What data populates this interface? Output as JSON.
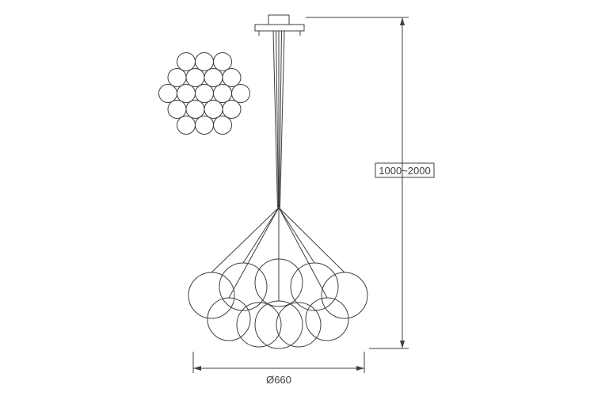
{
  "drawing": {
    "line_color": "#3f3f3f",
    "background_color": "#ffffff",
    "views": {
      "top_view": {
        "ball_count": 19
      },
      "front_view": {
        "ball_count": 10
      }
    },
    "dimensions": {
      "suspension_height": "1000~2000",
      "diameter": "Ø660"
    }
  }
}
